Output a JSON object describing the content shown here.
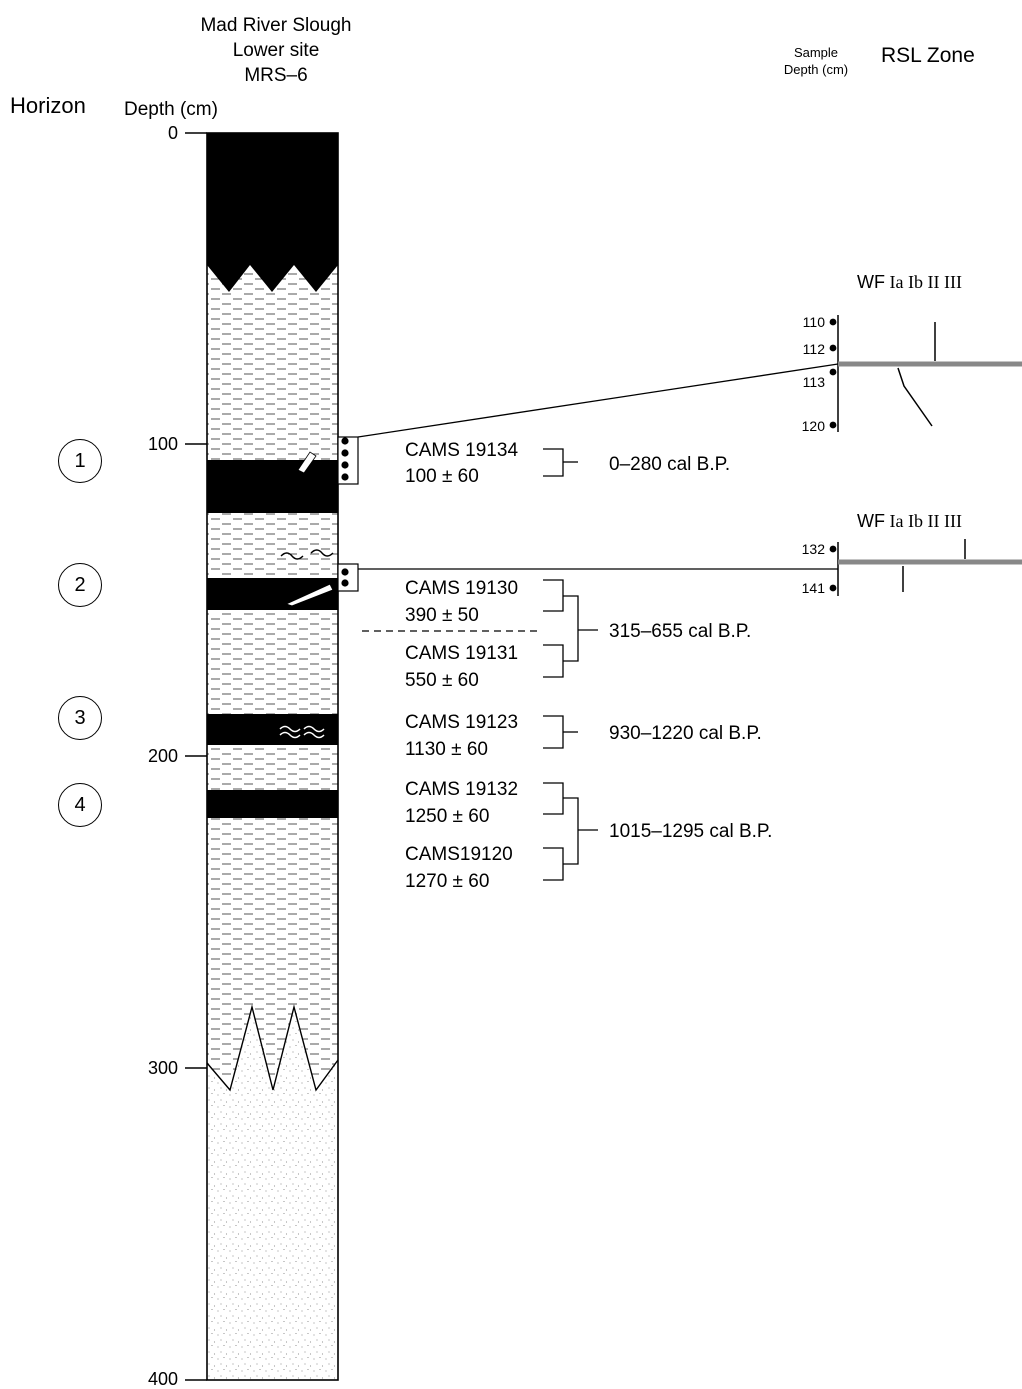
{
  "site": {
    "title_line1": "Mad River Slough",
    "title_line2": "Lower site",
    "title_line3": "MRS–6"
  },
  "headers": {
    "horizon": "Horizon",
    "depth": "Depth (cm)",
    "sample_depth_line1": "Sample",
    "sample_depth_line2": "Depth (cm)",
    "rsl_zone": "RSL Zone"
  },
  "depth_axis": {
    "min": 0,
    "max": 400,
    "ticks": [
      "0",
      "100",
      "200",
      "300",
      "400"
    ]
  },
  "horizons": [
    {
      "label": "1",
      "depth_cm": 106
    },
    {
      "label": "2",
      "depth_cm": 145
    },
    {
      "label": "3",
      "depth_cm": 187
    },
    {
      "label": "4",
      "depth_cm": 215
    }
  ],
  "core_units": [
    {
      "type": "peat",
      "top_cm": 0,
      "bottom_cm": 46
    },
    {
      "type": "mud",
      "top_cm": 42,
      "bottom_cm": 104
    },
    {
      "type": "peat",
      "top_cm": 104,
      "bottom_cm": 122
    },
    {
      "type": "mud",
      "top_cm": 122,
      "bottom_cm": 143
    },
    {
      "type": "peat",
      "top_cm": 143,
      "bottom_cm": 153
    },
    {
      "type": "mud",
      "top_cm": 153,
      "bottom_cm": 185
    },
    {
      "type": "peat",
      "top_cm": 185,
      "bottom_cm": 194
    },
    {
      "type": "mud",
      "top_cm": 194,
      "bottom_cm": 208
    },
    {
      "type": "peat",
      "top_cm": 208,
      "bottom_cm": 217
    },
    {
      "type": "mud",
      "top_cm": 217,
      "bottom_cm": 300
    },
    {
      "type": "sand",
      "top_cm": 296,
      "bottom_cm": 400
    }
  ],
  "dates": [
    {
      "lab": "CAMS 19134",
      "age": "100 ± 60"
    },
    {
      "lab": "CAMS 19130",
      "age": "390 ± 50"
    },
    {
      "lab": "CAMS 19131",
      "age": "550 ± 60"
    },
    {
      "lab": "CAMS 19123",
      "age": "1130 ± 60"
    },
    {
      "lab": "CAMS 19132",
      "age": "1250 ± 60"
    },
    {
      "lab": "CAMS19120",
      "age": "1270 ± 60"
    }
  ],
  "calibrated_ages": [
    "0–280 cal B.P.",
    "315–655  cal B.P.",
    "930–1220  cal B.P.",
    "1015–1295  cal B.P."
  ],
  "rsl_panels": [
    {
      "zones": [
        "WF",
        "Ia",
        "Ib",
        "II",
        "III"
      ],
      "samples": [
        "110",
        "112",
        "113",
        "120"
      ]
    },
    {
      "zones": [
        "WF",
        "Ia",
        "Ib",
        "II",
        "III"
      ],
      "samples": [
        "132",
        "141"
      ]
    }
  ]
}
